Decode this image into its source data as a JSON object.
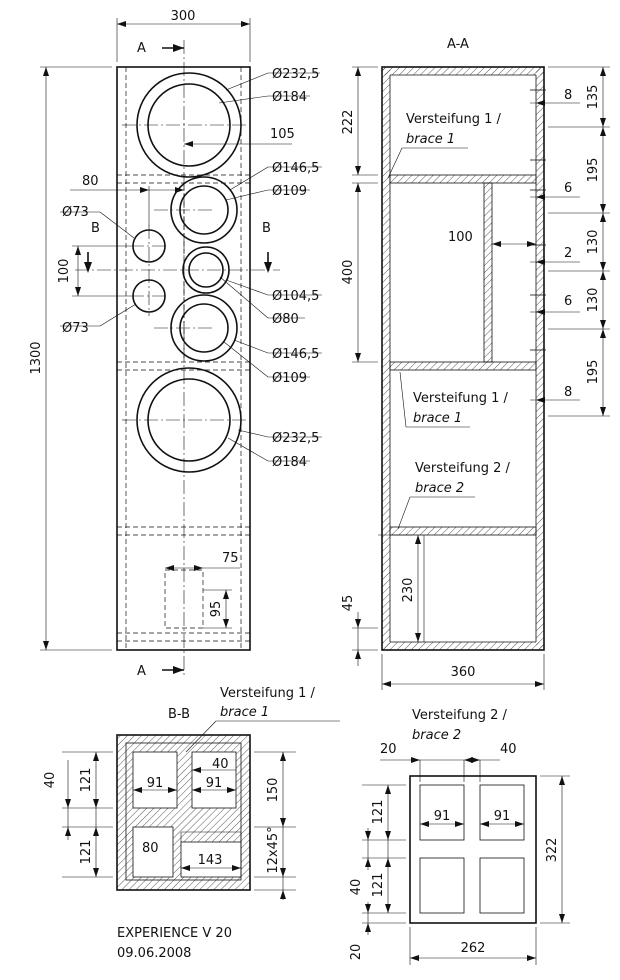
{
  "front": {
    "width": "300",
    "height": "1300",
    "woofer_outer": "Ø232,5",
    "woofer_inner": "Ø184",
    "offset_105": "105",
    "mid_outer": "Ø146,5",
    "mid_inner": "Ø109",
    "port_offset": "80",
    "port_dia": "Ø73",
    "port_spacing": "100",
    "tweeter_outer": "Ø104,5",
    "tweeter_inner": "Ø80",
    "terminal_w": "75",
    "terminal_h": "95",
    "section_a": "A",
    "section_b": "B"
  },
  "section_aa": {
    "title": "A-A",
    "dim_222": "222",
    "dim_400": "400",
    "dim_100": "100",
    "dim_230": "230",
    "dim_45": "45",
    "dim_360": "360",
    "r135": "135",
    "r195a": "195",
    "r130a": "130",
    "r130b": "130",
    "r195b": "195",
    "r8a": "8",
    "r6a": "6",
    "r2": "2",
    "r6b": "6",
    "r8b": "8",
    "brace1_de": "Versteifung 1 /",
    "brace1_en": "brace 1",
    "brace2_de": "Versteifung 2 /",
    "brace2_en": "brace 2"
  },
  "section_bb": {
    "header_de": "Versteifung 1 /",
    "header_en": "brace 1",
    "title": "B-B",
    "d91a": "91",
    "d91b": "91",
    "d40": "40",
    "d80": "80",
    "d143": "143",
    "d150": "150",
    "d12x45": "12x45°",
    "d121a": "121",
    "d121b": "121",
    "d40side": "40"
  },
  "brace2": {
    "header_de": "Versteifung 2 /",
    "header_en": "brace 2",
    "d20top": "20",
    "d40top": "40",
    "d91a": "91",
    "d91b": "91",
    "d121a": "121",
    "d121b": "121",
    "d40side": "40",
    "d20side": "20",
    "d322": "322",
    "d262": "262"
  },
  "footer": {
    "name": "EXPERIENCE V 20",
    "date": "09.06.2008"
  }
}
